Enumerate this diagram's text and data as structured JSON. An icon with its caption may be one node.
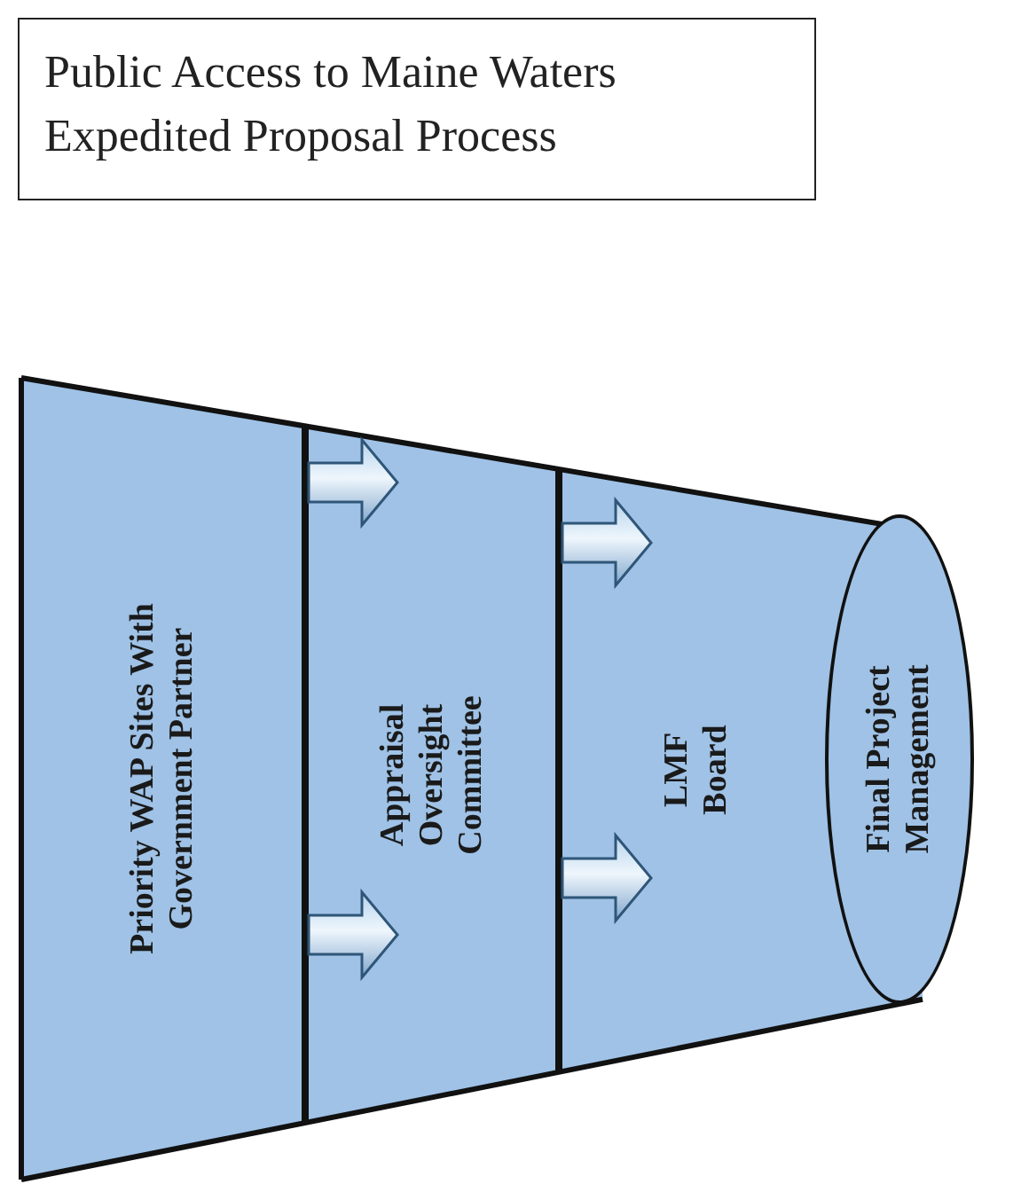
{
  "diagram": {
    "title": "Public Access to Maine Waters Expedited Proposal Process",
    "nodes": [
      {
        "text": [
          "Priority WAP Sites With Government Partner"
        ]
      },
      {
        "text": [
          "Appraisal Oversight Committee"
        ]
      },
      {
        "text": [
          "LMF Board"
        ]
      },
      {
        "text": [
          "Final Project Management"
        ]
      }
    ],
    "edges": [
      {
        "from": 0,
        "to": 1,
        "arrow": "to"
      },
      {
        "from": 0,
        "to": 1,
        "arrow": "to"
      },
      {
        "from": 1,
        "to": 2,
        "arrow": "to"
      },
      {
        "from": 1,
        "to": 2,
        "arrow": "to"
      }
    ]
  }
}
